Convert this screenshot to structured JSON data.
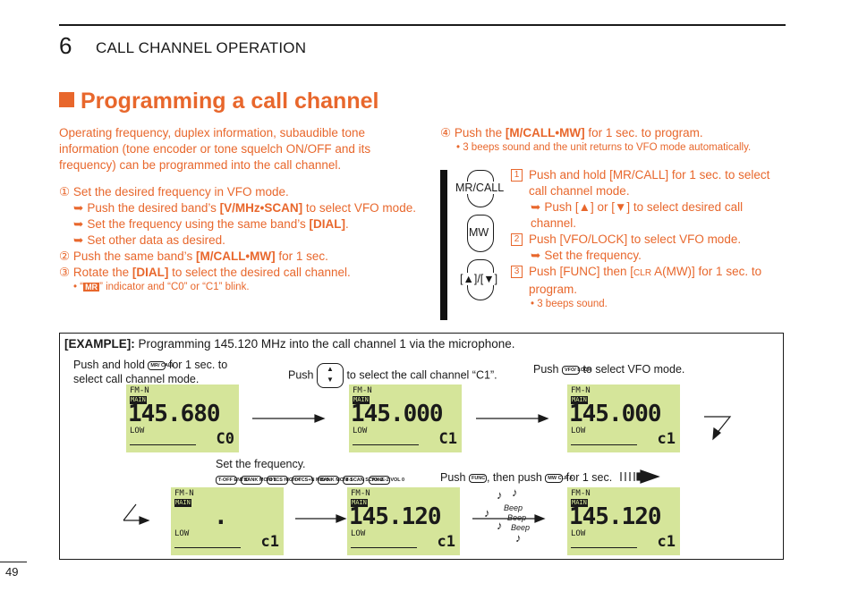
{
  "header": {
    "chapter_number": "6",
    "chapter_title": "CALL CHANNEL OPERATION"
  },
  "section": {
    "title": "Programming a call channel"
  },
  "intro": "Operating frequency, duplex information, subaudible tone information (tone encoder or tone squelch ON/OFF and its frequency) can be programmed into the call channel.",
  "steps_left": {
    "s1": "① Set the desired frequency in VFO mode.",
    "s1a_pre": "Push the desired band’s ",
    "s1a_key": "[V/MHz•SCAN]",
    "s1a_post": " to select VFO mode.",
    "s1b_pre": "Set the frequency using the same band’s ",
    "s1b_key": "[DIAL]",
    "s1b_post": ".",
    "s1c": "Set other data as desired.",
    "s2_pre": "② Push the same band’s ",
    "s2_key": "[M/CALL•MW]",
    "s2_post": " for 1 sec.",
    "s3_pre": "③ Rotate the ",
    "s3_key": "[DIAL]",
    "s3_post": " to select the desired call channel.",
    "s3_note_pre": "• “",
    "s3_note_icon": "MR",
    "s3_note_post": "” indicator and “C0” or “C1” blink."
  },
  "steps_right": {
    "s4_pre": "④ Push the ",
    "s4_key": "[M/CALL•MW]",
    "s4_post": " for 1 sec. to program.",
    "s4_note": "• 3 beeps sound and the unit returns to VFO mode automatically."
  },
  "mic_steps": {
    "labels": {
      "mrcall": "MR/CALL",
      "mw": "MW",
      "updown": "[▲]/[▼]"
    },
    "m1": "Push and hold [MR/CALL] for 1 sec. to select call channel mode.",
    "m1a": "Push [▲] or [▼] to select desired call channel.",
    "m2": "Push [VFO/LOCK] to select VFO mode.",
    "m2a": "Set the frequency.",
    "m3_pre": "Push [FUNC] then [",
    "m3_clr": "CLR",
    "m3_post": " A(MW)] for 1 sec. to program.",
    "m3_note": "• 3 beeps sound.",
    "num1": "1",
    "num2": "2",
    "num3": "3"
  },
  "example": {
    "title_key": "[EXAMPLE]:",
    "title_text": " Programming 145.120 MHz into the call channel 1 via the microphone.",
    "cap1_pre": "Push and hold ",
    "cap1_post": " for 1 sec. to",
    "cap1_line2": "select call channel mode.",
    "cap2_pre": "Push ",
    "cap2_post": " to select the call channel “C1”.",
    "cap3_pre": "Push ",
    "cap3_post": " to select VFO mode.",
    "cap4": "Set the frequency.",
    "cap5_pre": "Push ",
    "cap5_mid": ", then push ",
    "cap5_post": " for 1 sec.",
    "beep": "Beep",
    "keys": {
      "mrcall": "MR/ CALL",
      "vfolock": "VFO/ LOCK",
      "func": "FUNC",
      "mwclr": "MW CLR A",
      "pad": [
        "T-OFF ENT C",
        "BANK MONI 1",
        "DTCS HIGH 4",
        "DTCS+N MID 5",
        "BANK MONI 1",
        "T-SCAN SCAN 2",
        "TONE-2 VOL 0"
      ]
    },
    "lcd_common": {
      "mode": "FM-N",
      "main": "MAIN",
      "low": "LOW"
    },
    "lcds": [
      {
        "freq": "145.680",
        "ch": "C0"
      },
      {
        "freq": "145.000",
        "ch": "C1"
      },
      {
        "freq": "145.000",
        "ch": "c1"
      },
      {
        "freq": ".",
        "ch": "c1"
      },
      {
        "freq": "145.120",
        "ch": "c1"
      },
      {
        "freq": "145.120",
        "ch": "c1"
      }
    ]
  },
  "footer": {
    "page": "49"
  }
}
